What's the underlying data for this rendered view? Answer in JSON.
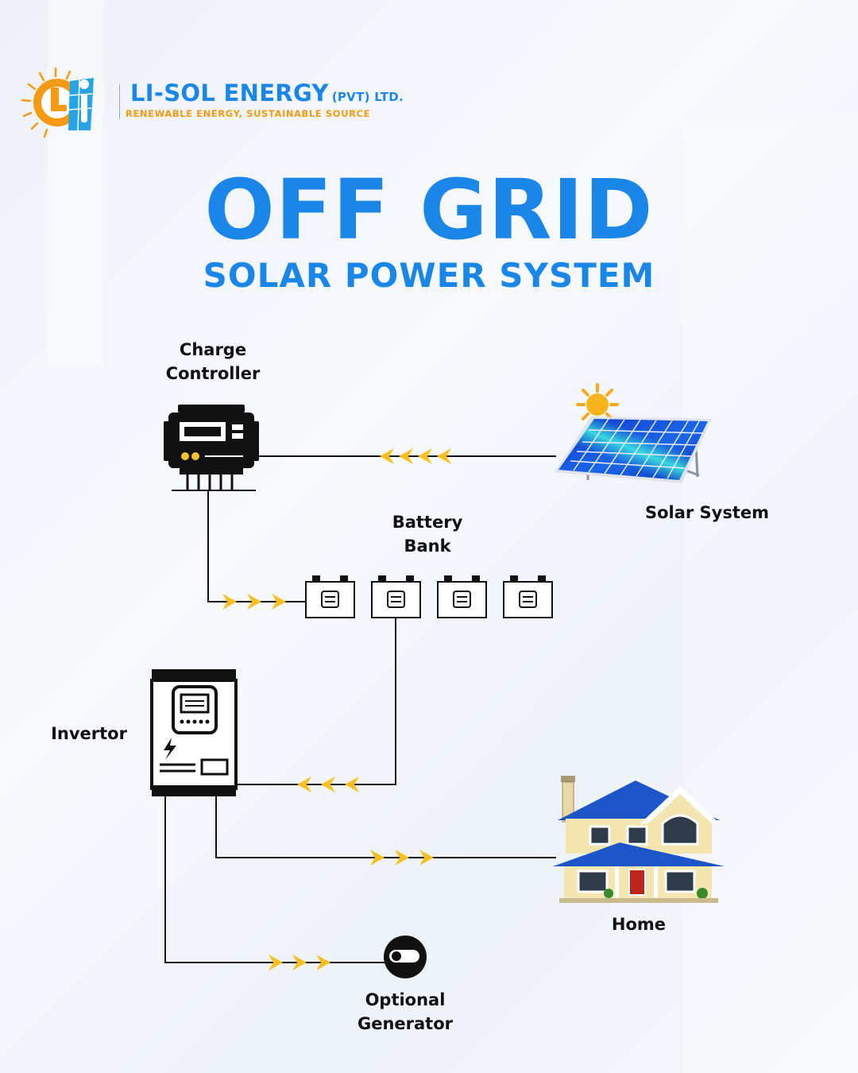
{
  "brand": {
    "name": "LI-SOL ENERGY",
    "suffix": "(PVT) LTD.",
    "tagline": "RENEWABLE ENERGY, SUSTAINABLE SOURCE",
    "logo_letters": "Li"
  },
  "title": "OFF GRID",
  "subtitle": "SOLAR POWER SYSTEM",
  "components": {
    "charge_controller": {
      "line1": "Charge",
      "line2": "Controller"
    },
    "solar_system": "Solar System",
    "battery_bank": {
      "line1": "Battery",
      "line2": "Bank"
    },
    "invertor": "Invertor",
    "home": "Home",
    "generator": {
      "line1": "Optional",
      "line2": "Generator"
    }
  },
  "colors": {
    "primary_blue": "#1a86e8",
    "accent_orange": "#f59a12",
    "arrow_yellow": "#f7c021",
    "line": "#111111"
  },
  "icons": [
    "logo-icon",
    "charge-controller-icon",
    "solar-panel-icon",
    "sun-icon",
    "battery-icon",
    "inverter-icon",
    "house-icon",
    "generator-icon"
  ]
}
